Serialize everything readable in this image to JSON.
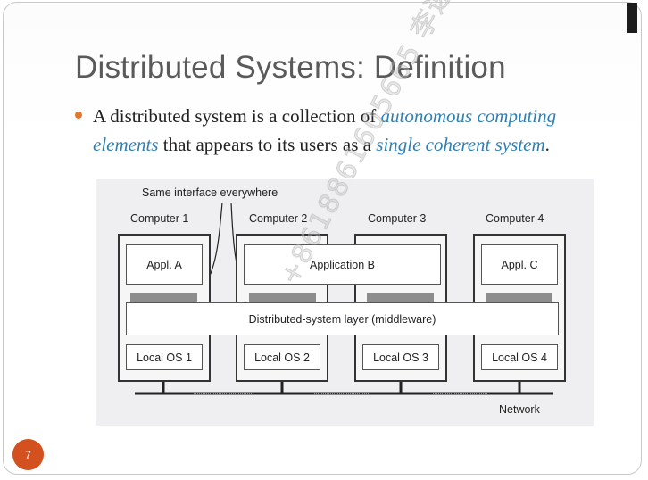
{
  "slide": {
    "title": "Distributed Systems: Definition",
    "bullet": {
      "part1": "A distributed system is a collection of ",
      "em1": "autonomous computing elements",
      "part2": " that appears to its users as a ",
      "em2": "single coherent system",
      "part3": "."
    },
    "page_number": "7",
    "watermark": "+8618861605665 李遠",
    "colors": {
      "title": "#5a5a5a",
      "bullet": "#e2772e",
      "highlight": "#2f7fb3",
      "badge": "#d2511e"
    }
  },
  "figure": {
    "callout": "Same interface everywhere",
    "computers": [
      "Computer 1",
      "Computer 2",
      "Computer 3",
      "Computer 4"
    ],
    "apps": [
      "Appl. A",
      "Application B",
      "Appl. C"
    ],
    "middleware": "Distributed-system layer (middleware)",
    "local_os": [
      "Local OS 1",
      "Local OS 2",
      "Local OS 3",
      "Local OS 4"
    ],
    "network": "Network"
  }
}
